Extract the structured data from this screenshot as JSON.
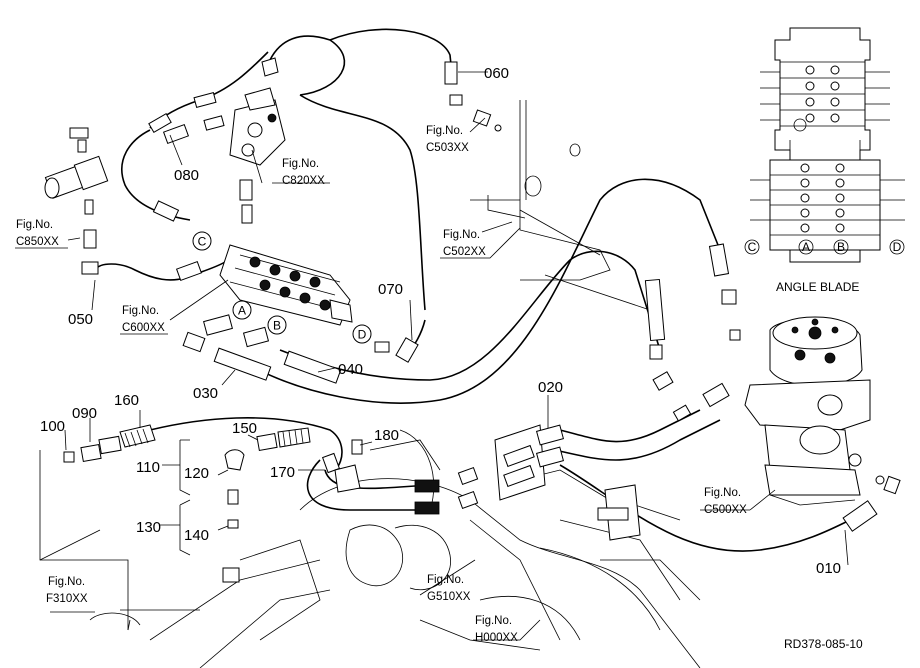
{
  "labels": {
    "p010": "010",
    "p020": "020",
    "p030": "030",
    "p040": "040",
    "p050": "050",
    "p060": "060",
    "p070": "070",
    "p080": "080",
    "p090": "090",
    "p100": "100",
    "p110": "110",
    "p120": "120",
    "p130": "130",
    "p140": "140",
    "p150": "150",
    "p160": "160",
    "p170": "170",
    "p180": "180"
  },
  "figure_refs": {
    "fig_no": "Fig.No.",
    "c850": "C850XX",
    "c820": "C820XX",
    "c503": "C503XX",
    "c502": "C502XX",
    "c600": "C600XX",
    "c500": "C500XX",
    "f310": "F310XX",
    "g510": "G510XX",
    "h000": "H000XX"
  },
  "circle_markers": {
    "a": "A",
    "b": "B",
    "c": "C",
    "d": "D"
  },
  "inset": {
    "title": "ANGLE BLADE",
    "c": "C",
    "a": "A",
    "b": "B",
    "d": "D"
  },
  "drawing_number": "RD378-085-10"
}
